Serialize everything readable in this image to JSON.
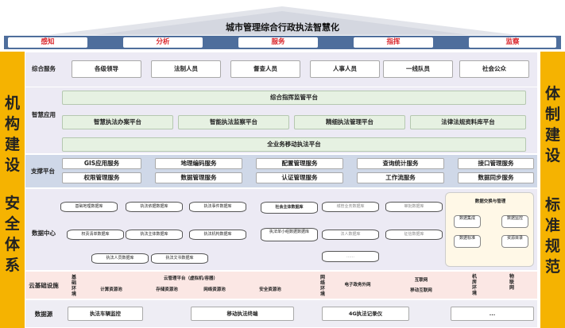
{
  "top_note": "",
  "title": "城市管理综合行政执法智慧化",
  "nav": [
    "感知",
    "分析",
    "服务",
    "指挥",
    "监察"
  ],
  "left_side": [
    "机",
    "构",
    "建",
    "设",
    "",
    "安",
    "全",
    "体",
    "系"
  ],
  "right_side": [
    "体",
    "制",
    "建",
    "设",
    "",
    "标",
    "准",
    "规",
    "范"
  ],
  "service": {
    "label": "综合服务",
    "items": [
      "各级领导",
      "法制人员",
      "督查人员",
      "人事人员",
      "一线队员",
      "社会公众"
    ]
  },
  "smart": {
    "label": "智慧应用",
    "top": "综合指挥监管平台",
    "middle": [
      "智慧执法办案平台",
      "智能执法监察平台",
      "精细执法管理平台",
      "法律法规资料库平台"
    ],
    "bottom": "全业务移动执法平台"
  },
  "support": {
    "label": "支撑平台",
    "items": [
      [
        "GIS应用服务",
        "权限管理服务"
      ],
      [
        "地理编码服务",
        "数据管理服务"
      ],
      [
        "配置管理服务",
        "认证管理服务"
      ],
      [
        "查询统计服务",
        "工作流服务"
      ],
      [
        "接口管理服务",
        "数据同步服务"
      ]
    ]
  },
  "datacenter": {
    "label": "数据中心",
    "row1": [
      "基础地理数据库",
      "执法依据数据库",
      "执法事件数据库",
      "社会主体数据库",
      "城管业务数据库",
      "审批数据库"
    ],
    "row2": [
      "权责清单数据库",
      "执法主体数据库",
      "执法机构数据库",
      "执法单小组数据数据库",
      "法人数据库",
      "征信数据库"
    ],
    "row3": [
      "执法人员数据库",
      "执法文书数据库",
      "……"
    ],
    "exchange": {
      "title": "数据交换与管理",
      "items": [
        "数据集成",
        "数据监控",
        "数据标准",
        "资源目录"
      ]
    }
  },
  "infra": {
    "label": "云基础设施",
    "base_label": "基础环境",
    "cloud_title": "云管理平台（虚拟机/容器）",
    "cloud_items": [
      "计算资源池",
      "存储资源池",
      "网络资源池",
      "安全资源池"
    ],
    "net_label": "网络环境",
    "gov_net": "电子政务外网",
    "internet": "互联网",
    "mobile": "移动互联网",
    "room_label": "机房环境",
    "iot_label": "物联网"
  },
  "source": {
    "label": "数据源",
    "items": [
      "执法车辆监控",
      "移动执法终端",
      "4G执法记录仪",
      "..."
    ]
  }
}
